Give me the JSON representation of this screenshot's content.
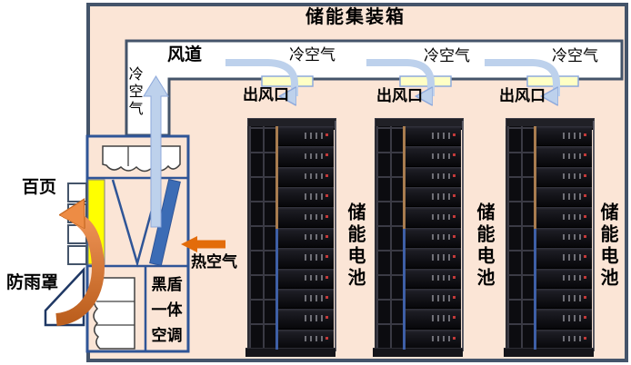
{
  "title": "储能集装箱",
  "duct": {
    "label": "风道",
    "cold_air_vertical": "冷空气",
    "outlets": [
      {
        "cold_air": "冷空气",
        "outlet_label": "出风口"
      },
      {
        "cold_air": "冷空气",
        "outlet_label": "出风口"
      },
      {
        "cold_air": "冷空气",
        "outlet_label": "出风口"
      }
    ]
  },
  "ac_unit": {
    "name_lines": [
      "黑盾",
      "一体",
      "空调"
    ],
    "hot_air_label": "热空气",
    "louver_label": "百页",
    "rain_cover_label": "防雨罩"
  },
  "racks": {
    "module_count": 11,
    "items": [
      {
        "label": "储能电池"
      },
      {
        "label": "储能电池"
      },
      {
        "label": "储能电池"
      }
    ]
  },
  "colors": {
    "background_peach": "#FBE5D6",
    "container_border": "#44546A",
    "ac_border": "#2F5597",
    "duct_fill": "#FFFFFF",
    "outlet_yellow": "#FFFFC5",
    "outlet_border": "#8EAADB",
    "louver_yellow": "#FFFF00",
    "cold_arrow_blue": "#BDD1EC",
    "cold_arrow_border": "#8EA9DB",
    "fan_blade_blue": "#3C6CB5",
    "hot_air_orange": "#E36C0A",
    "exhaust_orange_dark": "#BC5F1E",
    "exhaust_orange_light": "#EE9355"
  }
}
